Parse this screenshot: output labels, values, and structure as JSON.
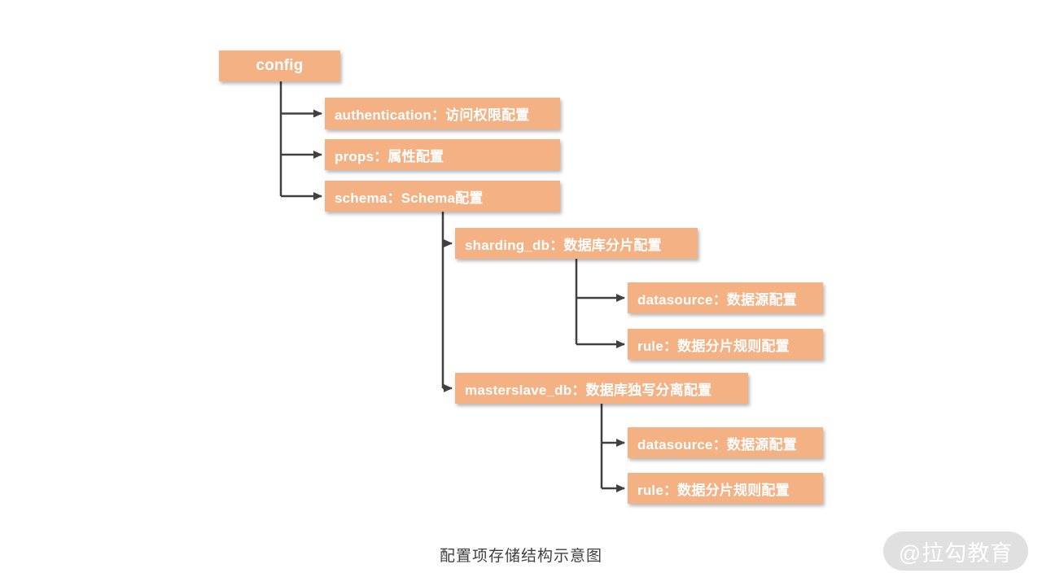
{
  "diagram": {
    "nodes": [
      {
        "id": "config",
        "label": "config"
      },
      {
        "id": "authentication",
        "label": "authentication：访问权限配置"
      },
      {
        "id": "props",
        "label": "props：属性配置"
      },
      {
        "id": "schema",
        "label": "schema：Schema配置"
      },
      {
        "id": "sharding_db",
        "label": "sharding_db：数据库分片配置"
      },
      {
        "id": "sharding_datasource",
        "label": "datasource：数据源配置"
      },
      {
        "id": "sharding_rule",
        "label": "rule：数据分片规则配置"
      },
      {
        "id": "masterslave_db",
        "label": "masterslave_db：数据库独写分离配置"
      },
      {
        "id": "masterslave_datasource",
        "label": "datasource：数据源配置"
      },
      {
        "id": "masterslave_rule",
        "label": "rule：数据分片规则配置"
      }
    ],
    "caption": "配置项存储结构示意图",
    "colors": {
      "node_fill": "#F4B183",
      "node_text": "#FFFFFF",
      "connector": "#404040",
      "caption_text": "#404040",
      "watermark_bg": "#E0E0E0",
      "watermark_text": "#FFFFFF"
    }
  },
  "watermark": {
    "text": "@拉勾教育"
  }
}
